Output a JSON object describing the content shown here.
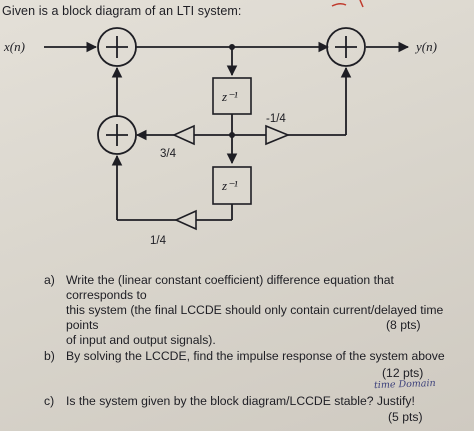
{
  "header": {
    "title": "Given is a block diagram of an LTI system:"
  },
  "diagram": {
    "input_label": "x(n)",
    "output_label": "y(n)",
    "delay_1": "z⁻¹",
    "delay_2": "z⁻¹",
    "gain_feedforward": "-1/4",
    "gain_feedback_1": "3/4",
    "gain_feedback_2": "1/4",
    "adder_symbol": "+"
  },
  "questions": [
    {
      "letter": "a)",
      "lines": [
        "Write the (linear constant coefficient) difference equation that corresponds to",
        "this system (the final LCCDE should only contain current/delayed time points",
        "of input and output signals)."
      ],
      "points": "(8 pts)"
    },
    {
      "letter": "b)",
      "lines": [
        "By solving the LCCDE, find the impulse response of the system above"
      ],
      "points": "(12 pts)"
    },
    {
      "letter": "c)",
      "lines": [
        "Is the system given by the block diagram/LCCDE stable? Justify!"
      ],
      "points": "(5 pts)"
    }
  ],
  "handwriting": {
    "note": "time Domain"
  },
  "colors": {
    "paper": "#dcd8cf",
    "ink": "#1e1e24",
    "pen": "#3b3f7a",
    "red": "#c0392b"
  }
}
